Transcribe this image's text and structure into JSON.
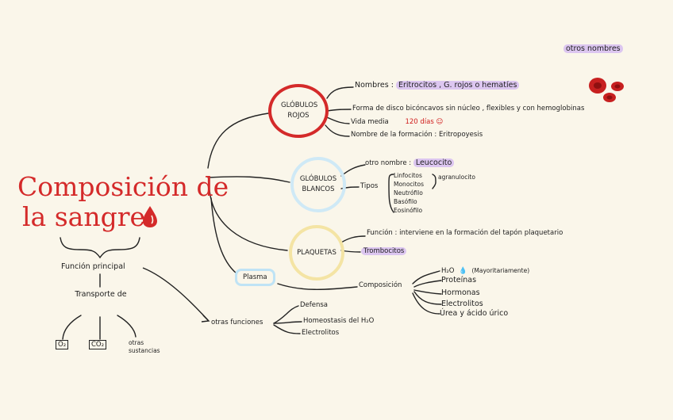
{
  "title": {
    "line1": "Composición de",
    "line2": "la sangre"
  },
  "main_function": {
    "label": "Función principal",
    "transport": "Transporte de",
    "items": [
      "O₂",
      "CO₂",
      "otras sustancias"
    ]
  },
  "other_functions": {
    "label": "otras funciones",
    "items": [
      "Defensa",
      "Homeostasis del H₂O",
      "Electrolitos"
    ]
  },
  "legend_tag": "otros nombres",
  "red_cells": {
    "label": "GLÓBULOS ROJOS",
    "names_label": "Nombres :",
    "names_value": "Eritrocitos , G. rojos o hematíes",
    "shape": "Forma de disco bicóncavos sin núcleo , flexibles y con hemoglobinas",
    "life_label": "Vida media",
    "life_value": "120 días ☺",
    "formation": "Nombre de la formación : Eritropoyesis"
  },
  "white_cells": {
    "label": "GLÓBULOS BLANCOS",
    "other_name_label": "otro nombre :",
    "other_name_value": "Leucocito",
    "types_label": "Tipos",
    "types": [
      "Linfocitos",
      "Monocitos",
      "Neutrófilo",
      "Basófilo",
      "Eosinófilo"
    ],
    "agranulocyte": "agranulocito"
  },
  "platelets": {
    "label": "PLAQUETAS",
    "function": "Función : interviene en la formación del tapón plaquetario",
    "alt_name": "Trombocitos"
  },
  "plasma": {
    "label": "Plasma",
    "composition_label": "Composición",
    "water_formula": "H₂O",
    "water_note": "(Mayoritariamente)",
    "items": [
      "Proteínas",
      "Hormonas",
      "Electrolitos",
      "Úrea y ácido úrico"
    ]
  },
  "colors": {
    "red": "#d42a2a",
    "purple": "#dcc6f0",
    "yellow": "#f3e58e",
    "blue": "#bfe3f5",
    "bg": "#faf6ea"
  }
}
